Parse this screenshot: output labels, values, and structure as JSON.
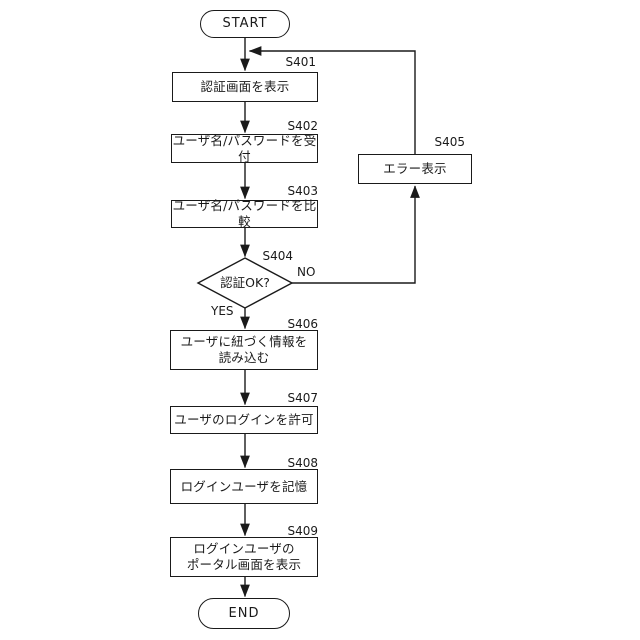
{
  "figure": {
    "type": "flowchart",
    "background_color": "#ffffff",
    "line_color": "#1a1a1a",
    "terminals": {
      "start": "START",
      "end": "END"
    },
    "branch_labels": {
      "yes": "YES",
      "no": "NO"
    },
    "steps": [
      {
        "id": "S401",
        "shape": "process",
        "text": "認証画面を表示"
      },
      {
        "id": "S402",
        "shape": "process",
        "text": "ユーザ名/パスワードを受付"
      },
      {
        "id": "S403",
        "shape": "process",
        "text": "ユーザ名/パスワードを比較"
      },
      {
        "id": "S404",
        "shape": "decision",
        "text": "認証OK?"
      },
      {
        "id": "S405",
        "shape": "process",
        "text": "エラー表示"
      },
      {
        "id": "S406",
        "shape": "process",
        "text": "ユーザに紐づく情報を\n読み込む"
      },
      {
        "id": "S407",
        "shape": "process",
        "text": "ユーザのログインを許可"
      },
      {
        "id": "S408",
        "shape": "process",
        "text": "ログインユーザを記憶"
      },
      {
        "id": "S409",
        "shape": "process",
        "text": "ログインユーザの\nポータル画面を表示"
      }
    ]
  }
}
